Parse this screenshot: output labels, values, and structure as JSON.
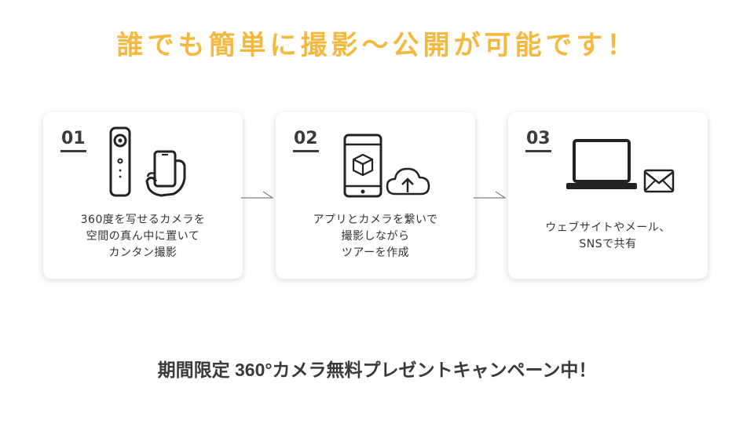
{
  "headline": "誰でも簡単に撮影〜公開が可能です！",
  "steps": [
    {
      "number": "01",
      "lines": [
        "360度を写せるカメラを",
        "空間の真ん中に置いて",
        "カンタン撮影"
      ],
      "icons": [
        "360-camera-icon",
        "smartphone-hand-icon"
      ]
    },
    {
      "number": "02",
      "lines": [
        "アプリとカメラを繋いで",
        "撮影しながら",
        "ツアーを作成"
      ],
      "icons": [
        "smartphone-cube-icon",
        "cloud-upload-icon"
      ]
    },
    {
      "number": "03",
      "lines": [
        "ウェブサイトやメール、",
        "SNSで共有"
      ],
      "icons": [
        "laptop-icon",
        "mail-icon"
      ]
    }
  ],
  "campaign": "期間限定 360°カメラ無料プレゼントキャンペーン中！",
  "colors": {
    "headline": "#f5b83f",
    "text": "#333333",
    "card_background": "#ffffff"
  }
}
